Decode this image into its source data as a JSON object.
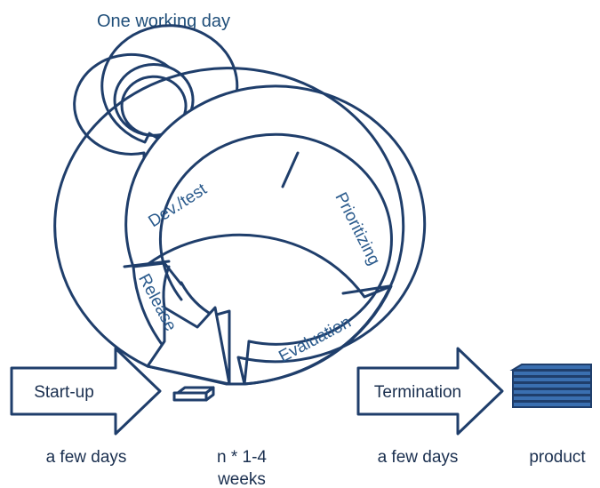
{
  "header": {
    "title": "One working day"
  },
  "ring": {
    "dev_test": "Dev./test",
    "prioritizing": "Prioritizing",
    "evaluation": "Evaluation",
    "release": "Release"
  },
  "boxes": {
    "startup": "Start-up",
    "termination": "Termination"
  },
  "captions": {
    "startup_duration": "a few days",
    "cycle_duration_line1": "n * 1-4",
    "cycle_duration_line2": "weeks",
    "termination_duration": "a few days",
    "product": "product"
  },
  "colors": {
    "outline": "#1f3e6b",
    "label": "#2a5a8c",
    "text": "#1a2f4f",
    "product_fill": "#3a6fb0"
  }
}
